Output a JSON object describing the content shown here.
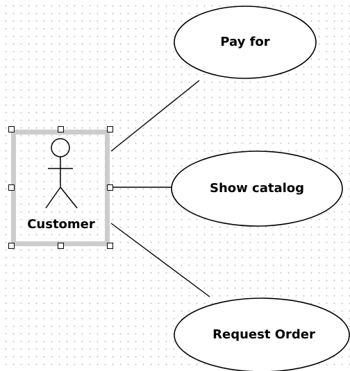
{
  "diagram": {
    "type": "uml-use-case",
    "actor": {
      "name": "Customer",
      "selected": true
    },
    "use_cases": [
      {
        "id": "pay-for",
        "label": "Pay for"
      },
      {
        "id": "show-catalog",
        "label": "Show catalog"
      },
      {
        "id": "request-order",
        "label": "Request Order"
      }
    ],
    "associations": [
      {
        "from": "Customer",
        "to": "Pay for"
      },
      {
        "from": "Customer",
        "to": "Show catalog"
      },
      {
        "from": "Customer",
        "to": "Request Order"
      }
    ]
  }
}
